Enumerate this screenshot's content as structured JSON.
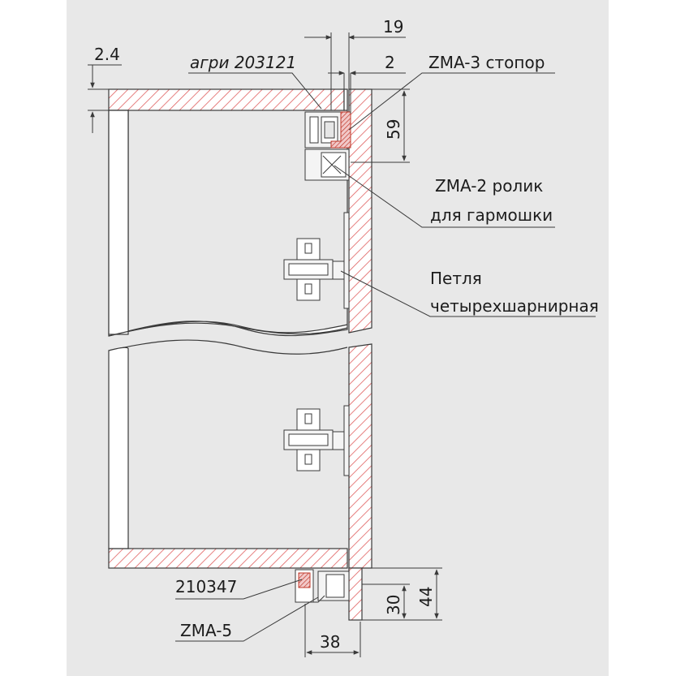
{
  "labels": {
    "agri": "агри 203121",
    "zma3": "ZMA-3 стопор",
    "zma2_line1": "ZMA-2 ролик",
    "zma2_line2": "для гармошки",
    "hinge_line1": "Петля",
    "hinge_line2": "четырехшарнирная",
    "part_210347": "210347",
    "zma5": "ZMA-5"
  },
  "dimensions": {
    "d19": "19",
    "d2_4": "2.4",
    "d2": "2",
    "d59": "59",
    "d30": "30",
    "d44": "44",
    "d38": "38"
  },
  "colors": {
    "background": "#e8e8e8",
    "hatch": "#e06060",
    "line": "#3a3a3a",
    "part_fill": "#f4f4f4",
    "stopper": "#c0392b"
  }
}
